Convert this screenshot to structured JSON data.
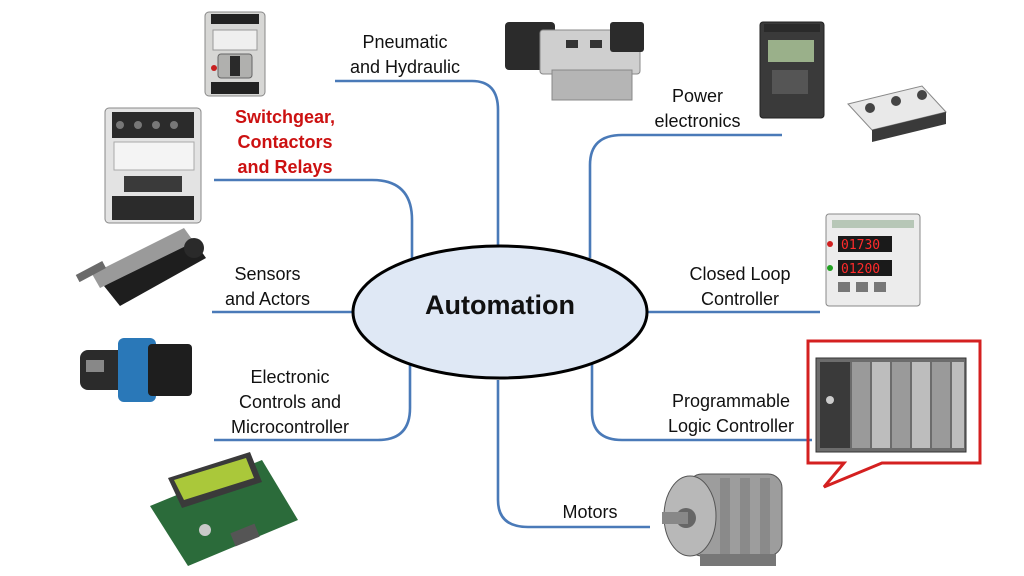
{
  "center": {
    "title": "Automation"
  },
  "branches": [
    {
      "id": "pneumatic",
      "lines": [
        "Pneumatic",
        "and Hydraulic"
      ],
      "highlight": false
    },
    {
      "id": "switchgear",
      "lines": [
        "Switchgear,",
        "Contactors",
        "and Relays"
      ],
      "highlight": true
    },
    {
      "id": "sensors",
      "lines": [
        "Sensors",
        "and Actors"
      ],
      "highlight": false
    },
    {
      "id": "electronic",
      "lines": [
        "Electronic",
        "Controls and",
        "Microcontroller"
      ],
      "highlight": false
    },
    {
      "id": "power",
      "lines": [
        "Power",
        "electronics"
      ],
      "highlight": false
    },
    {
      "id": "closedloop",
      "lines": [
        "Closed Loop",
        "Controller"
      ],
      "highlight": false
    },
    {
      "id": "plc",
      "lines": [
        "Programmable",
        "Logic Controller"
      ],
      "highlight": false
    },
    {
      "id": "motors",
      "lines": [
        "Motors"
      ],
      "highlight": false
    }
  ],
  "devices": {
    "closed_loop_display": [
      "01730",
      "01200"
    ]
  },
  "colors": {
    "connector": "#4a7ab8",
    "highlight_text": "#cc1111",
    "callout_border": "#d42020",
    "ellipse_fill": "#dfe8f5",
    "ellipse_stroke": "#000000"
  }
}
